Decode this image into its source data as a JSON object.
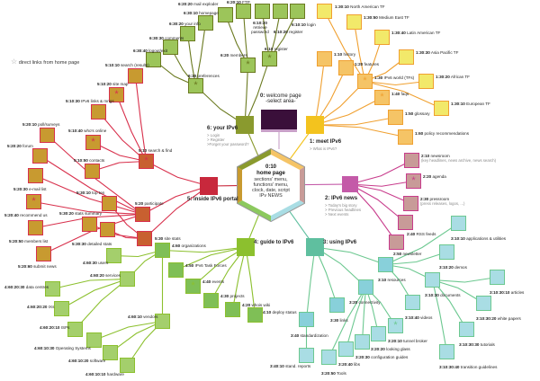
{
  "legend": {
    "star": "☆",
    "text": "direct links from home page"
  },
  "home": {
    "id": "0:10",
    "title": "home page",
    "desc": "sections' menu, functions' menu, clock, date, script IPv NEWS"
  },
  "welcome": {
    "id": "0:",
    "title": "welcome page",
    "sub": "-select area-"
  },
  "categories": {
    "c1": {
      "id": "1:",
      "title": "meet IPv6",
      "subs": [
        "> What is IPv6?"
      ]
    },
    "c2": {
      "id": "2:",
      "title": "IPv6 news",
      "subs": [
        "> Today's big story",
        "> Previous headlines",
        "> Next events"
      ]
    },
    "c3": {
      "id": "3:",
      "title": "using IPv6",
      "subs": []
    },
    "c4": {
      "id": "4:",
      "title": "guide to IPv6",
      "subs": []
    },
    "c5": {
      "id": "5:",
      "title": "inside IPv6 portal",
      "subs": []
    },
    "c6": {
      "id": "6:",
      "title": "your IPv6",
      "subs": [
        "> Login",
        "> Register",
        ">Forget your password?"
      ]
    }
  },
  "nodes": {
    "n6_30_40": {
      "id": "6:30:40",
      "label": "logout/exit"
    },
    "n6_30_30": {
      "id": "6:30:30",
      "label": "comments"
    },
    "n6_30_20": {
      "id": "6:30:20",
      "label": "your info"
    },
    "n6_30_10": {
      "id": "6:30:10",
      "label": "homepage"
    },
    "n6_20_20": {
      "id": "6:20:20",
      "label": "mail exploder"
    },
    "n6_20_10": {
      "id": "6:20:10",
      "label": "FTP"
    },
    "n6_10_30": {
      "id": "6:10:30",
      "label": "retrieve password"
    },
    "n6_10_20": {
      "id": "6:10:20",
      "label": "register"
    },
    "n6_10_10": {
      "id": "6:10:10",
      "label": "login"
    },
    "n6_20": {
      "id": "6:20",
      "label": "members"
    },
    "n6_10": {
      "id": "6:10",
      "label": "register"
    },
    "n6_30": {
      "id": "6:30",
      "label": "preferences"
    },
    "n1_10": {
      "id": "1:10",
      "label": "history"
    },
    "n1_20": {
      "id": "1:20",
      "label": "features"
    },
    "n1_30": {
      "id": "1:30",
      "label": "IPv6 world (TFs)"
    },
    "n1_40": {
      "id": "1:40",
      "label": "faqs"
    },
    "n1_50": {
      "id": "1:50",
      "label": "glossary"
    },
    "n1_60": {
      "id": "1:60",
      "label": "policy recommendations"
    },
    "n1_30_10": {
      "id": "1:30:10",
      "label": "North American TF"
    },
    "n1_30_50": {
      "id": "1:30:50",
      "label": "Medium East TF"
    },
    "n1_30_40": {
      "id": "1:30:40",
      "label": "Latin American TF"
    },
    "n1_30_30": {
      "id": "1:30:30",
      "label": "Asia Pacific TF"
    },
    "n1_30_20": {
      "id": "1:30:20",
      "label": "African TF"
    },
    "n1_30_10b": {
      "id": "1:30:10",
      "label": "European TF"
    },
    "n2_10": {
      "id": "2:10",
      "label": "newsroom",
      "sub": "(key headlines, news archive, news search)"
    },
    "n2_20": {
      "id": "2:20",
      "label": "agenda"
    },
    "n2_30": {
      "id": "2:30",
      "label": "pressroom",
      "sub": "(press releases, logos, ...)"
    },
    "n2_40": {
      "id": "2:40",
      "label": "RSS feeds"
    },
    "n2_50": {
      "id": "2:50",
      "label": "newsletter"
    },
    "n3_10": {
      "id": "3:10",
      "label": "resources"
    },
    "n3_20": {
      "id": "3:20",
      "label": "connectivity"
    },
    "n3_30": {
      "id": "3:30",
      "label": "links"
    },
    "n3_40": {
      "id": "3:40",
      "label": "standardization"
    },
    "n3_40_10": {
      "id": "3:40:10",
      "label": "stand. reports"
    },
    "n3_10_10": {
      "id": "3:10:10",
      "label": "applications & utilities"
    },
    "n3_10_20": {
      "id": "3:10:20",
      "label": "demos"
    },
    "n3_10_30": {
      "id": "3:10:30",
      "label": "documents"
    },
    "n3_10_40": {
      "id": "3:10:40",
      "label": "videos"
    },
    "n3_10_30_10": {
      "id": "3:10:30:10",
      "label": "articles"
    },
    "n3_10_30_20": {
      "id": "3:10:30:20",
      "label": "white papers"
    },
    "n3_10_30_30": {
      "id": "3:10:30:30",
      "label": "tutorials"
    },
    "n3_10_30_40": {
      "id": "3:10:30:40",
      "label": "transition guidelines"
    },
    "n3_20_10": {
      "id": "3:20:10",
      "label": "tunnel broker"
    },
    "n3_20_20": {
      "id": "3:20:20",
      "label": "looking glass"
    },
    "n3_20_30": {
      "id": "3:20:30",
      "label": "configuration guides"
    },
    "n3_20_40": {
      "id": "3:20:40",
      "label": "libs"
    },
    "n3_20_50": {
      "id": "3:20:50",
      "label": "Tools"
    },
    "n4_10": {
      "id": "4:10",
      "label": "deploy status"
    },
    "n4_20": {
      "id": "4:20",
      "label": "whois wiki"
    },
    "n4_30": {
      "id": "4:30",
      "label": "projects"
    },
    "n4_40": {
      "id": "4:40",
      "label": "events"
    },
    "n4_50": {
      "id": "4:50",
      "label": "IPv6 Task Forces"
    },
    "n4_60": {
      "id": "4:60",
      "label": "organizations"
    },
    "n4_60_30": {
      "id": "4:60:30",
      "label": "users"
    },
    "n4_60_20": {
      "id": "4:60:20",
      "label": "services"
    },
    "n4_60_10": {
      "id": "4:60:10",
      "label": "vendors"
    },
    "n4_60_20_30": {
      "id": "4:60:20:30",
      "label": "data centres"
    },
    "n4_60_20_20": {
      "id": "4:60:20:20",
      "label": "IXs"
    },
    "n4_60_20_10": {
      "id": "4:60:20:10",
      "label": "ISPs"
    },
    "n4_60_10_30": {
      "id": "4:60:10:30",
      "label": "Operating Systems"
    },
    "n4_60_10_20": {
      "id": "4:60:10:20",
      "label": "software"
    },
    "n4_60_10_10": {
      "id": "4:60:10:10",
      "label": "hardware"
    },
    "n5_10": {
      "id": "5:10",
      "label": "search & find"
    },
    "n5_20": {
      "id": "5:20",
      "label": "participate"
    },
    "n5_30": {
      "id": "5:30",
      "label": "site stats"
    },
    "n5_10_10": {
      "id": "5:10:10",
      "label": "search (results)"
    },
    "n5_10_20": {
      "id": "5:10:20",
      "label": "site map"
    },
    "n5_10_30": {
      "id": "5:10:30",
      "label": "IPv6 links & mngs"
    },
    "n5_10_40": {
      "id": "5:10:40",
      "label": "who's online"
    },
    "n5_10_50": {
      "id": "5:10:50",
      "label": "contacts"
    },
    "n5_20_10": {
      "id": "5:20:10",
      "label": "poll/surveys"
    },
    "n5_20_20": {
      "id": "5:20:20",
      "label": "forum"
    },
    "n5_20_30": {
      "id": "5:20:30",
      "label": "e-mail list"
    },
    "n5_20_40": {
      "id": "5:20:40",
      "label": "recommend us"
    },
    "n5_20_50": {
      "id": "5:20:50",
      "label": "members list"
    },
    "n5_20_60": {
      "id": "5:20:60",
      "label": "submit news"
    },
    "n5_30_10": {
      "id": "5:30:10",
      "label": "top ten"
    },
    "n5_30_20": {
      "id": "5:30:20",
      "label": "stats summary"
    },
    "n5_30_30": {
      "id": "5:30:30",
      "label": "detailed stats"
    }
  },
  "colors": {
    "c1": "#f3c31e",
    "c2": "#c45aa8",
    "c3": "#5fbf9f",
    "c4": "#8cc02e",
    "c5": "#c8283c",
    "c6": "#8a9a2e"
  }
}
